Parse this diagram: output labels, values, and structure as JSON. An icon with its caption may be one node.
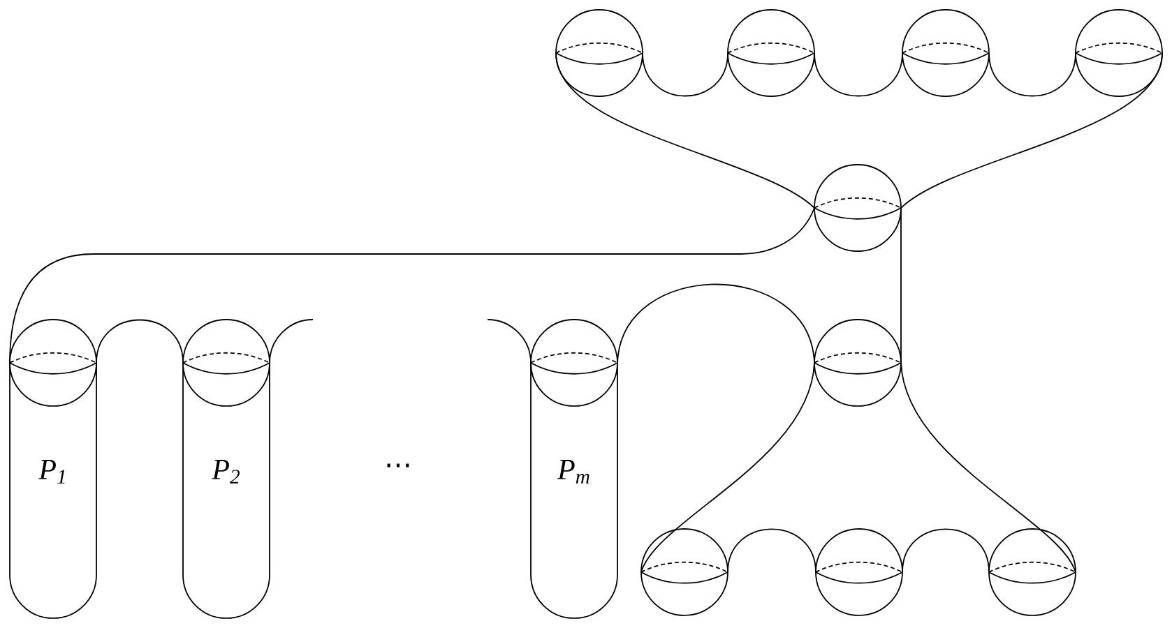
{
  "diagram": {
    "nodes": [
      {
        "text": [],
        "shape": "sphere"
      },
      {
        "text": [],
        "shape": "sphere"
      },
      {
        "text": [],
        "shape": "sphere"
      },
      {
        "text": [],
        "shape": "sphere"
      },
      {
        "text": [],
        "shape": "sphere"
      },
      {
        "text": [],
        "shape": "sphere"
      },
      {
        "text": [
          "P$_{1}$"
        ]
      },
      {
        "text": [],
        "shape": "sphere"
      },
      {
        "text": [
          "P$_{2}$"
        ]
      },
      {
        "text": [],
        "shape": "sphere"
      },
      {
        "text": [
          "P$_{m}$"
        ]
      },
      {
        "text": [],
        "shape": "sphere"
      },
      {
        "text": [],
        "shape": "sphere"
      },
      {
        "text": [],
        "shape": "sphere"
      },
      {
        "text": [],
        "shape": "sphere"
      }
    ],
    "edges": [
      {
        "from": 0,
        "to": 1,
        "arrow": "none"
      },
      {
        "from": 1,
        "to": 2,
        "arrow": "none"
      },
      {
        "from": 2,
        "to": 3,
        "arrow": "none"
      },
      {
        "from": 0,
        "to": 4,
        "arrow": "none"
      },
      {
        "from": 3,
        "to": 4,
        "arrow": "none"
      },
      {
        "from": 4,
        "to": 5,
        "arrow": "none"
      },
      {
        "from": 4,
        "to": 11,
        "arrow": "none"
      },
      {
        "from": 5,
        "to": 7,
        "arrow": "none"
      },
      {
        "from": 7,
        "to": null,
        "arrow": "none"
      },
      {
        "from": null,
        "to": 9,
        "arrow": "none"
      },
      {
        "from": 9,
        "to": 11,
        "arrow": "none"
      },
      {
        "from": 11,
        "to": 12,
        "arrow": "none"
      },
      {
        "from": 11,
        "to": 14,
        "arrow": "none"
      },
      {
        "from": 12,
        "to": 13,
        "arrow": "none"
      },
      {
        "from": 13,
        "to": 14,
        "arrow": "none"
      }
    ],
    "labels": [
      "⋯"
    ]
  }
}
